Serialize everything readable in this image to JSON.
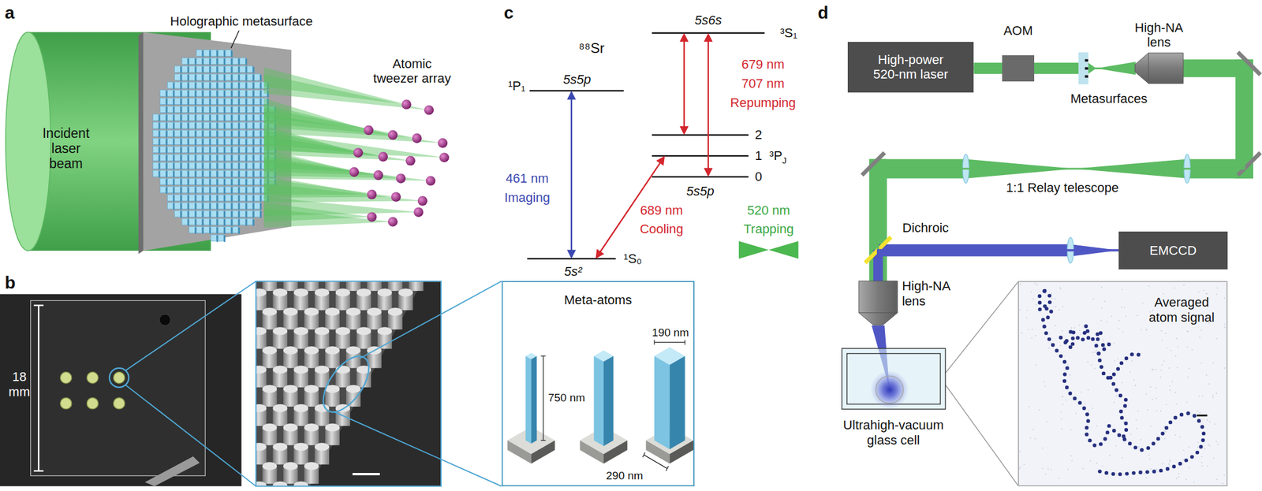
{
  "diagram": {
    "nodes": [
      {
        "text": [
          "Meta-atoms"
        ]
      },
      {
        "text": [
          "High-power 520-nm laser"
        ]
      },
      {
        "text": [
          "AOM"
        ]
      },
      {
        "text": [
          "Metasurfaces"
        ]
      },
      {
        "text": [
          "High-NA lens"
        ]
      },
      {
        "text": [
          "EMCCD"
        ]
      },
      {
        "text": [
          "High-NA lens"
        ]
      },
      {
        "text": [
          "Ultrahigh-vacuum glass cell"
        ]
      },
      {
        "text": [
          "Averaged atom signal"
        ]
      }
    ],
    "edges": [
      {
        "from": 1,
        "to": 2,
        "arrow": "none"
      },
      {
        "from": 2,
        "to": 3,
        "arrow": "none"
      },
      {
        "from": 3,
        "to": 4,
        "arrow": "none"
      },
      {
        "from": 4,
        "to": 6,
        "arrow": "none"
      },
      {
        "from": 6,
        "to": 5,
        "arrow": "none"
      },
      {
        "from": 7,
        "to": 8,
        "arrow": "none"
      }
    ],
    "labels": [
      "a",
      "Holographic metasurface",
      "Incident laser beam",
      "Atomic tweezer array",
      "b",
      "18 mm",
      "750 nm",
      "190 nm",
      "290 nm",
      "c",
      "⁸⁸Sr",
      "5s5p",
      "¹P₁",
      "5s6s",
      "³S₁",
      "679 nm",
      "707 nm",
      "Repumping",
      "2",
      "1",
      "³P",
      "J",
      "0",
      "5s5p",
      "461 nm",
      "Imaging",
      "689 nm",
      "Cooling",
      "520 nm",
      "Trapping",
      "5s²",
      "¹S₀",
      "d",
      "1:1 Relay telescope",
      "Dichroic"
    ]
  }
}
